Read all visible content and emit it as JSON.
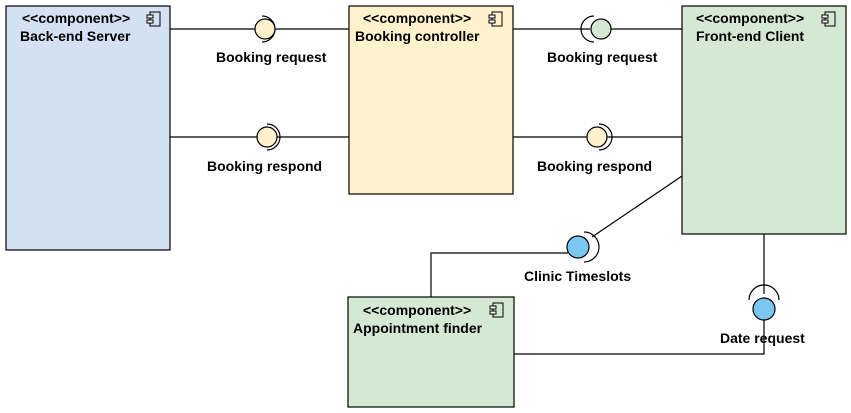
{
  "colors": {
    "backend_fill": "#d4e1f2",
    "controller_fill": "#fff2cc",
    "client_fill": "#d5e8d4",
    "finder_fill": "#d5e8d4",
    "lollipop_yellow": "#fff2cc",
    "lollipop_green": "#d5e8d4",
    "lollipop_blue": "#7ac8ef",
    "stroke": "#000000"
  },
  "components": {
    "backend": {
      "stereotype": "<<component>>",
      "name": "Back-end Server",
      "icon": "component-icon"
    },
    "controller": {
      "stereotype": "<<component>>",
      "name": "Booking controller",
      "icon": "component-icon"
    },
    "client": {
      "stereotype": "<<component>>",
      "name": "Front-end Client",
      "icon": "component-icon"
    },
    "finder": {
      "stereotype": "<<component>>",
      "name": "Appointment finder",
      "icon": "component-icon"
    }
  },
  "interfaces": {
    "left_request": "Booking request",
    "left_respond": "Booking respond",
    "right_request": "Booking request",
    "right_respond": "Booking respond",
    "clinic_timeslots": "Clinic Timeslots",
    "date_request": "Date request"
  }
}
